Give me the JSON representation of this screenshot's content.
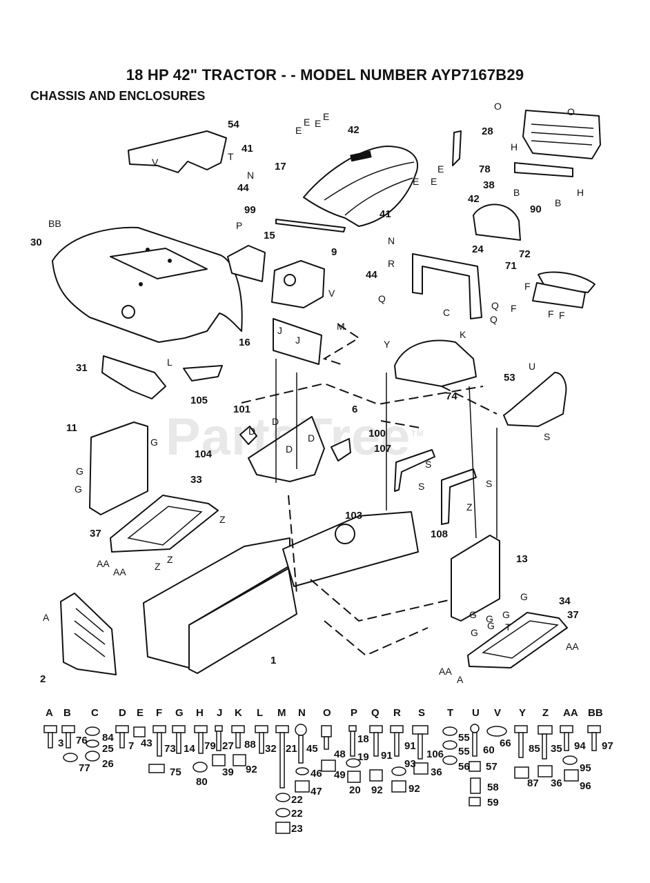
{
  "title": "18 HP 42\" TRACTOR - - MODEL NUMBER AYP7167B29",
  "subtitle": "CHASSIS AND ENCLOSURES",
  "watermark": "PartsTree",
  "watermark_tm": "TM",
  "part_labels": [
    "1",
    "2",
    "6",
    "9",
    "11",
    "13",
    "15",
    "16",
    "17",
    "24",
    "28",
    "30",
    "31",
    "33",
    "34",
    "37",
    "37",
    "38",
    "41",
    "41",
    "42",
    "42",
    "44",
    "44",
    "53",
    "54",
    "71",
    "72",
    "74",
    "78",
    "90",
    "99",
    "100",
    "101",
    "103",
    "104",
    "105",
    "107",
    "108"
  ],
  "reference_letters": [
    "O",
    "O",
    "E",
    "E",
    "E",
    "E",
    "E",
    "E",
    "E",
    "H",
    "H",
    "B",
    "B",
    "N",
    "N",
    "V",
    "T",
    "BB",
    "P",
    "R",
    "Q",
    "Q",
    "Q",
    "C",
    "F",
    "F",
    "F",
    "F",
    "M",
    "V",
    "J",
    "J",
    "Y",
    "K",
    "L",
    "D",
    "D",
    "D",
    "D",
    "G",
    "G",
    "G",
    "G",
    "G",
    "G",
    "G",
    "G",
    "G",
    "T",
    "U",
    "S",
    "S",
    "S",
    "S",
    "Z",
    "Z",
    "Z",
    "Z",
    "AA",
    "AA",
    "AA",
    "AA",
    "A",
    "A"
  ],
  "hardware_columns": [
    "A",
    "B",
    "C",
    "D",
    "E",
    "F",
    "G",
    "H",
    "J",
    "K",
    "L",
    "M",
    "N",
    "O",
    "P",
    "Q",
    "R",
    "S",
    "T",
    "U",
    "V",
    "Y",
    "Z",
    "AA",
    "BB"
  ],
  "hardware_numbers": [
    "3",
    "76",
    "77",
    "84",
    "25",
    "26",
    "7",
    "43",
    "73",
    "75",
    "14",
    "80",
    "79",
    "39",
    "27",
    "88",
    "92",
    "32",
    "21",
    "22",
    "22",
    "23",
    "45",
    "46",
    "47",
    "48",
    "49",
    "18",
    "19",
    "20",
    "91",
    "92",
    "91",
    "93",
    "92",
    "106",
    "36",
    "55",
    "55",
    "56",
    "60",
    "57",
    "58",
    "59",
    "66",
    "85",
    "87",
    "35",
    "36",
    "94",
    "95",
    "96",
    "97"
  ]
}
